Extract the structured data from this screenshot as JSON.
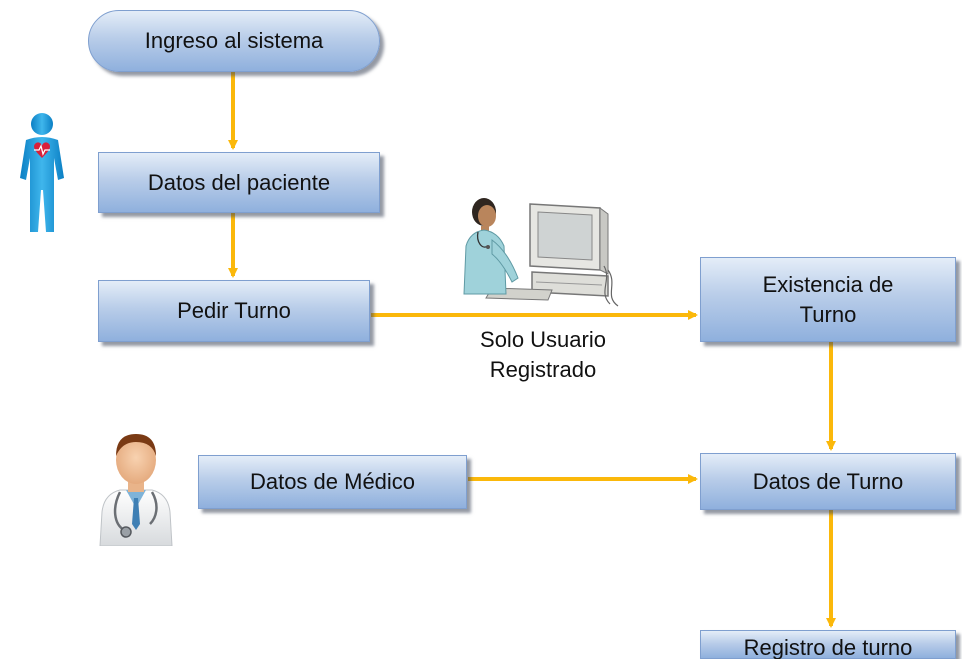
{
  "colors": {
    "connector": "#fbb80a",
    "box_top": "#e4edf8",
    "box_bottom": "#8fb0dd",
    "box_border": "#7f9fcf"
  },
  "nodes": {
    "ingreso": "Ingreso al sistema",
    "datos_paciente": "Datos del paciente",
    "pedir_turno": "Pedir Turno",
    "existencia_turno": "Existencia de\nTurno",
    "datos_medico": "Datos de Médico",
    "datos_turno": "Datos de Turno",
    "registro_turno": "Registro de turno"
  },
  "edge_labels": {
    "solo_usuario": "Solo Usuario\nRegistrado"
  },
  "icons": {
    "patient": "patient-heart-icon",
    "operator": "operator-computer-icon",
    "doctor": "doctor-icon"
  }
}
